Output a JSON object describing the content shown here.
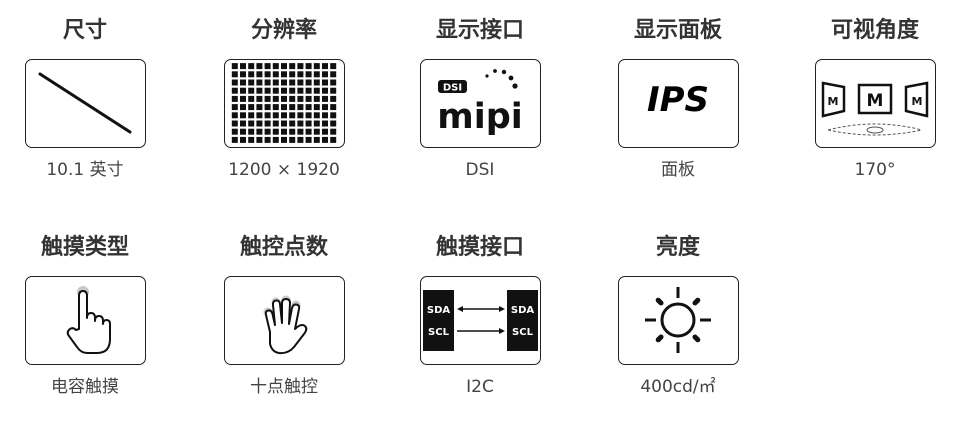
{
  "specs": [
    {
      "title": "尺寸",
      "value": "10.1 英寸",
      "icon": "diagonal-line-icon"
    },
    {
      "title": "分辨率",
      "value": "1200 × 1920",
      "icon": "pixel-grid-icon"
    },
    {
      "title": "显示接口",
      "value": "DSI",
      "icon": "mipi-dsi-logo",
      "logo_text": "mipi",
      "logo_badge": "DSI"
    },
    {
      "title": "显示面板",
      "value": "面板",
      "icon": "ips-icon",
      "icon_text": "IPS"
    },
    {
      "title": "可视角度",
      "value": "170°",
      "icon": "viewing-angle-icon",
      "icon_letter": "M"
    },
    {
      "title": "触摸类型",
      "value": "电容触摸",
      "icon": "pointing-hand-icon"
    },
    {
      "title": "触控点数",
      "value": "十点触控",
      "icon": "multi-finger-hand-icon"
    },
    {
      "title": "触摸接口",
      "value": "I2C",
      "icon": "i2c-signal-icon",
      "icon_labels": [
        "SDA",
        "SCL"
      ]
    },
    {
      "title": "亮度",
      "value": "400cd/㎡",
      "icon": "sun-icon"
    }
  ],
  "colors": {
    "title": "#333333",
    "value": "#444444",
    "border": "#222222"
  }
}
